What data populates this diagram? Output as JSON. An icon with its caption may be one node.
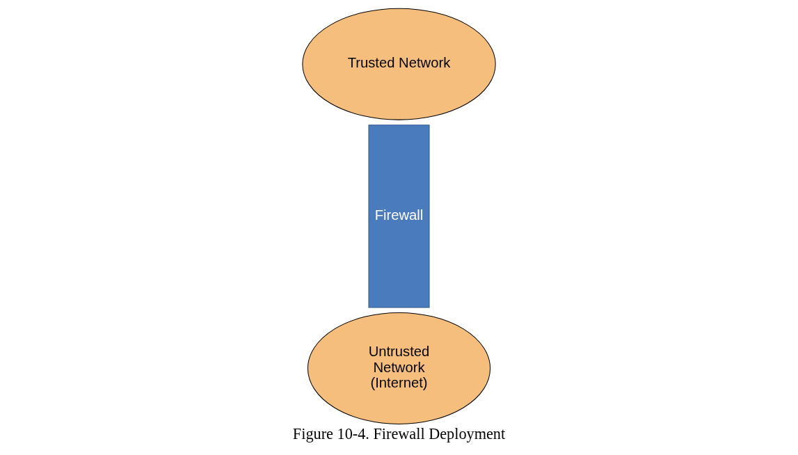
{
  "diagram": {
    "caption": "Figure 10-4. Firewall Deployment",
    "nodes": [
      {
        "text": [
          "Untrusted Network (Internet)"
        ]
      },
      {
        "text": [
          "Firewall"
        ]
      },
      {
        "text": [
          "Trusted Network"
        ]
      }
    ]
  }
}
